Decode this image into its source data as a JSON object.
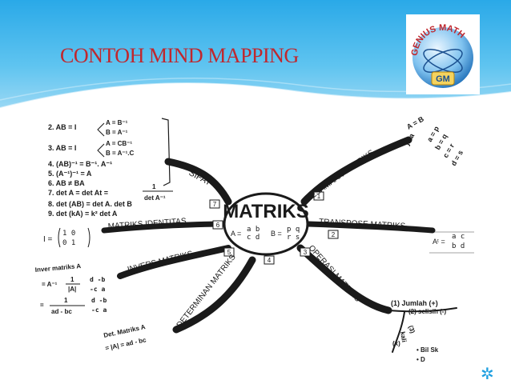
{
  "slide": {
    "title": "CONTOH MIND MAPPING"
  },
  "logo": {
    "text_top": "GENIUS MATH",
    "text_badge": "GM"
  },
  "center": {
    "title": "MATRIKS",
    "eqA": "A =",
    "matA": [
      "a b",
      "c d"
    ],
    "eqB": "B =",
    "matB": [
      "p q",
      "r s"
    ]
  },
  "branches": {
    "sifat": {
      "label": "SIFAT",
      "num": "7",
      "lines": [
        "2. AB = I",
        "A = B⁻¹",
        "B = A⁻¹",
        "3. AB = I",
        "A = CB⁻¹",
        "B = A⁻¹.C",
        "4. (AB)⁻¹ = B⁻¹. A⁻¹",
        "5. (A⁻¹)⁻¹ = A",
        "6. AB ≠ BA",
        "7. det A = det At =",
        "1",
        "det A⁻¹",
        "8. det (AB) = det A. det B",
        "9. det (kA) = k² det A"
      ]
    },
    "identitas": {
      "label": "MATRIKS IDENTITAS",
      "num": "6",
      "formula": "I =",
      "mat": [
        "1 0",
        "0 1"
      ]
    },
    "invers": {
      "label": "INVERS MATRIKS",
      "num": "5",
      "lines": [
        "Inver matriks A",
        "= A⁻¹",
        "1",
        "|A|",
        "d -b",
        "-c a",
        "=",
        "1",
        "ad - bc",
        "d -b",
        "-c a"
      ]
    },
    "determinan": {
      "label": "DETERMINAN MATRIKS",
      "num": "4",
      "lines": [
        "Det. Matriks A",
        "= |A| = ad - bc"
      ]
    },
    "kesamaan": {
      "label": "KESAMAAN MATRIKS",
      "num": "1",
      "lines": [
        "A = B",
        "jika",
        "a = p",
        "b = q",
        "c = r",
        "d = s"
      ]
    },
    "transpose": {
      "label": "TRANSPOSE MATRIKS",
      "num": "2",
      "formula": "Aᵗ =",
      "mat": [
        "a c",
        "b d"
      ]
    },
    "operasi": {
      "label": "OPERASI MATRIKS",
      "num": "3",
      "items": [
        "(1) Jumlah (+)",
        "(2) selisih (-)",
        "(3)",
        "kali",
        "(x)",
        "• Bil Sk",
        "• D"
      ]
    }
  }
}
